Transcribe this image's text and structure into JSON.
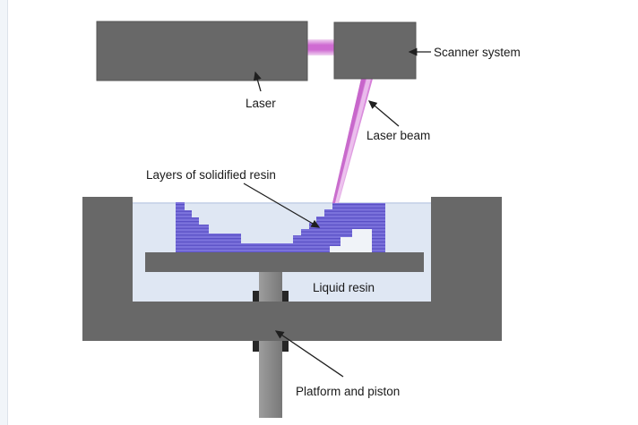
{
  "diagram": {
    "title_hint": "Stereolithography (SLA) process schematic",
    "labels": {
      "laser": "Laser",
      "scanner_system": "Scanner system",
      "laser_beam": "Laser beam",
      "layers_of_solidified_resin": "Layers of solidified resin",
      "liquid_resin": "Liquid resin",
      "platform_and_piston": "Platform and piston"
    },
    "colors": {
      "machine_gray": "#686868",
      "piston_gray_light": "#9d9d9d",
      "piston_gray_dark": "#787878",
      "collar_dark": "#262626",
      "liquid_blue": "#dfe7f3",
      "liquid_surface": "#ccd7ea",
      "resin_purple_light": "#7b72dc",
      "resin_purple_dark": "#5a50c5",
      "notch_white": "#f0f3f8",
      "beam_pink_strong": "#cf6bd2",
      "beam_pink_soft": "#e2a7e4",
      "label_text": "#1a1a1a",
      "background": "#ffffff",
      "page_edge": "#f1f5f9"
    }
  }
}
